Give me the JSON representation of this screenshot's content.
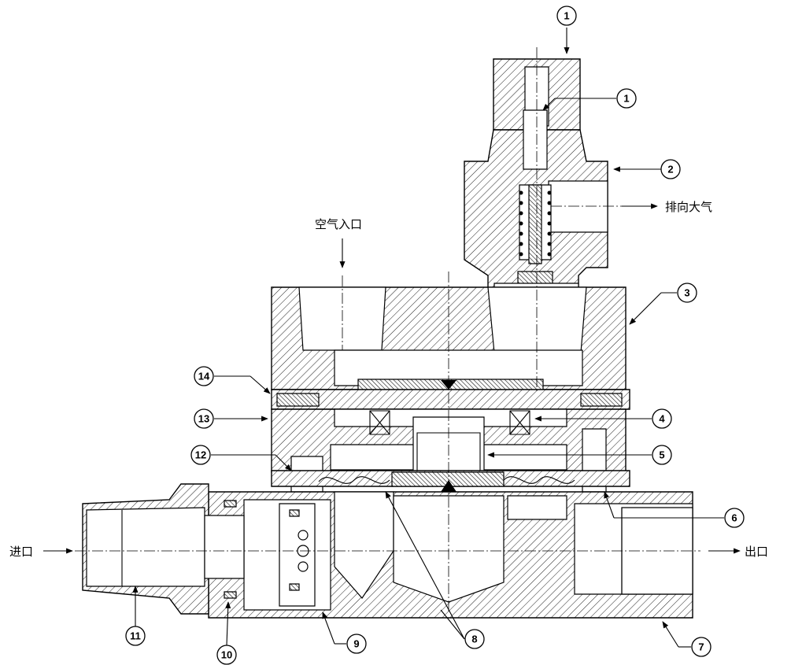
{
  "labels": {
    "air_inlet": "空气入口",
    "vent": "排向大气",
    "inlet": "进口",
    "outlet": "出口"
  },
  "callouts": [
    "1",
    "1",
    "2",
    "3",
    "4",
    "5",
    "6",
    "7",
    "8",
    "9",
    "10",
    "11",
    "12",
    "13",
    "14"
  ]
}
